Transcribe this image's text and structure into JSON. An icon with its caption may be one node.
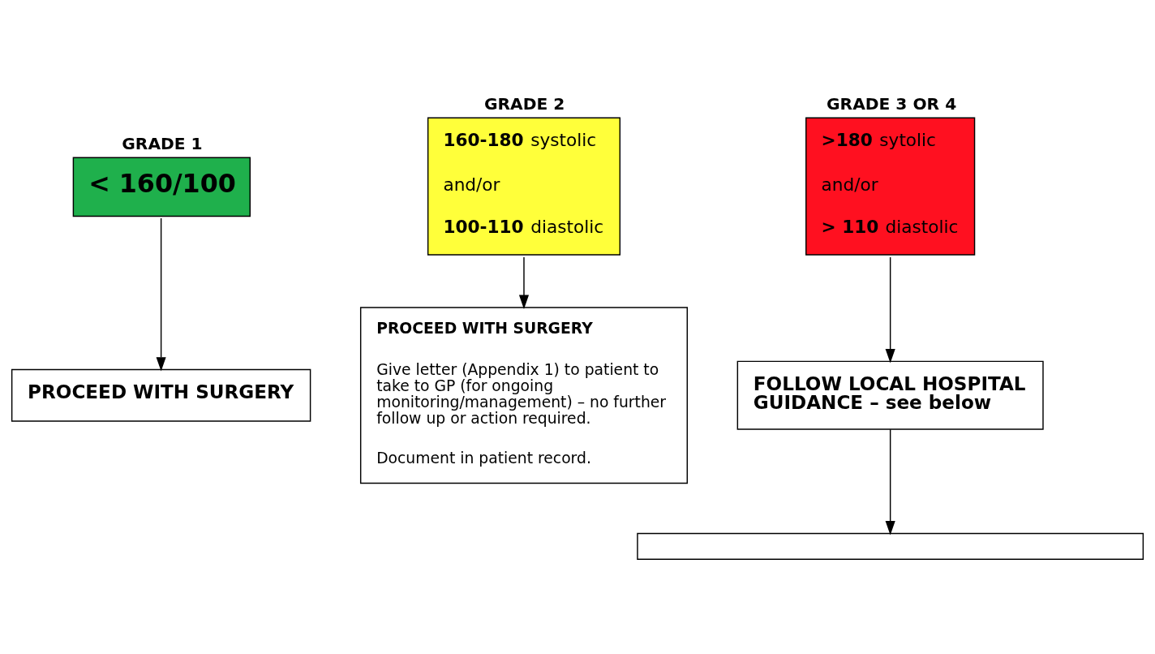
{
  "diagram": {
    "nodes": [
      {
        "text": [
          "GRADE 1",
          "< 160/100"
        ]
      },
      {
        "text": [
          "GRADE 2",
          "**160-180** systolic",
          "and/or",
          "**100-110** diastolic"
        ]
      },
      {
        "text": [
          "GRADE 3 OR 4",
          "**>180** sytolic",
          "and/or",
          "**> 110** diastolic"
        ]
      },
      {
        "text": [
          "PROCEED WITH SURGERY"
        ]
      },
      {
        "text": [
          "PROCEED WITH SURGERY",
          "Give letter (Appendix 1) to patient to take to GP (for ongoing monitoring/management) – no further follow up or action required.",
          "Document in patient record."
        ]
      },
      {
        "text": [
          "FOLLOW LOCAL HOSPITAL GUIDANCE – see below"
        ]
      },
      {
        "text": [],
        "shape": "box"
      }
    ],
    "edges": [
      {
        "from": 0,
        "to": 3,
        "arrow": "to"
      },
      {
        "from": 1,
        "to": 4,
        "arrow": "to"
      },
      {
        "from": 2,
        "to": 5,
        "arrow": "to"
      },
      {
        "from": 5,
        "to": 6,
        "arrow": "to"
      }
    ]
  }
}
